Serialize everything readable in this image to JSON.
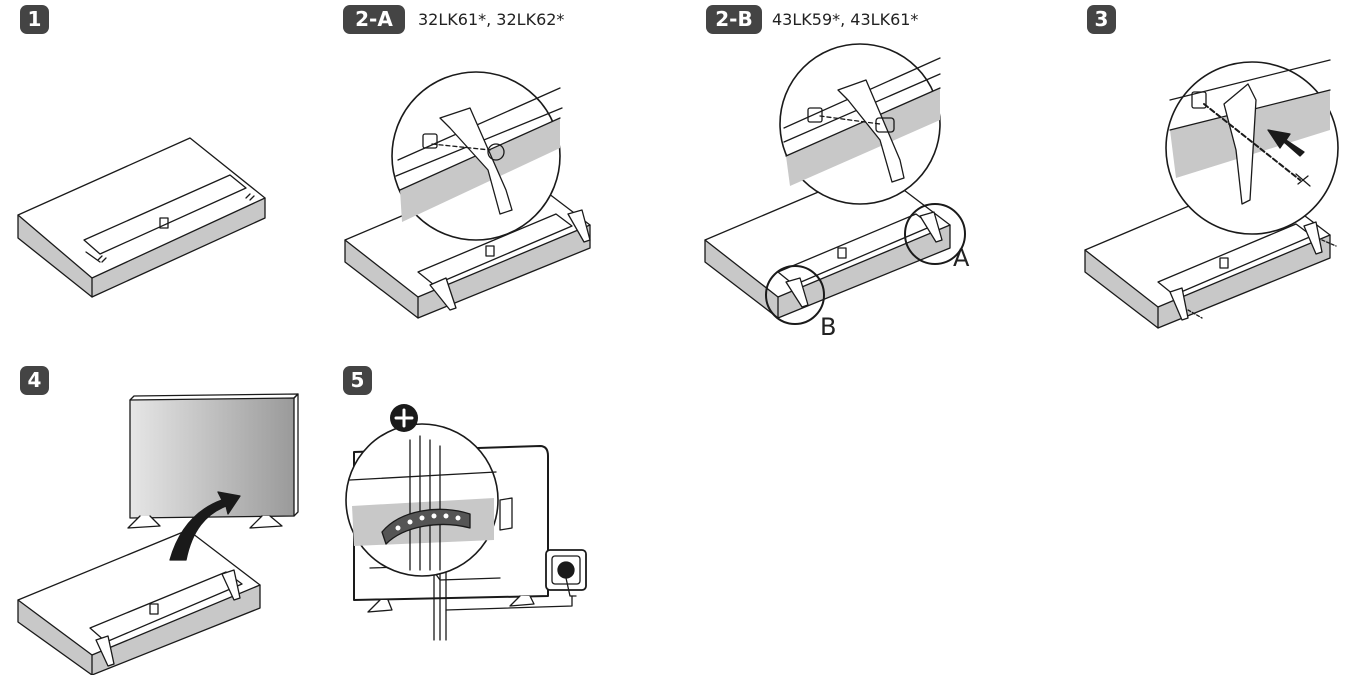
{
  "steps": [
    {
      "id": "step-1",
      "badge": "1",
      "models": ""
    },
    {
      "id": "step-2a",
      "badge": "2-A",
      "models": "32LK61*, 32LK62*"
    },
    {
      "id": "step-2b",
      "badge": "2-B",
      "models": "43LK59*, 43LK61*"
    },
    {
      "id": "step-3",
      "badge": "3",
      "models": ""
    },
    {
      "id": "step-4",
      "badge": "4",
      "models": ""
    },
    {
      "id": "step-5",
      "badge": "5",
      "models": ""
    }
  ],
  "callouts": {
    "a": "A",
    "b": "B"
  },
  "icons": [
    "zoom-circle-icon",
    "arrow-icon",
    "screw-icon",
    "plus-icon",
    "power-plug-icon",
    "cable-tie-icon"
  ],
  "colors": {
    "badge": "#444444",
    "line": "#1a1a1a",
    "shade": "#c8c8c8"
  }
}
